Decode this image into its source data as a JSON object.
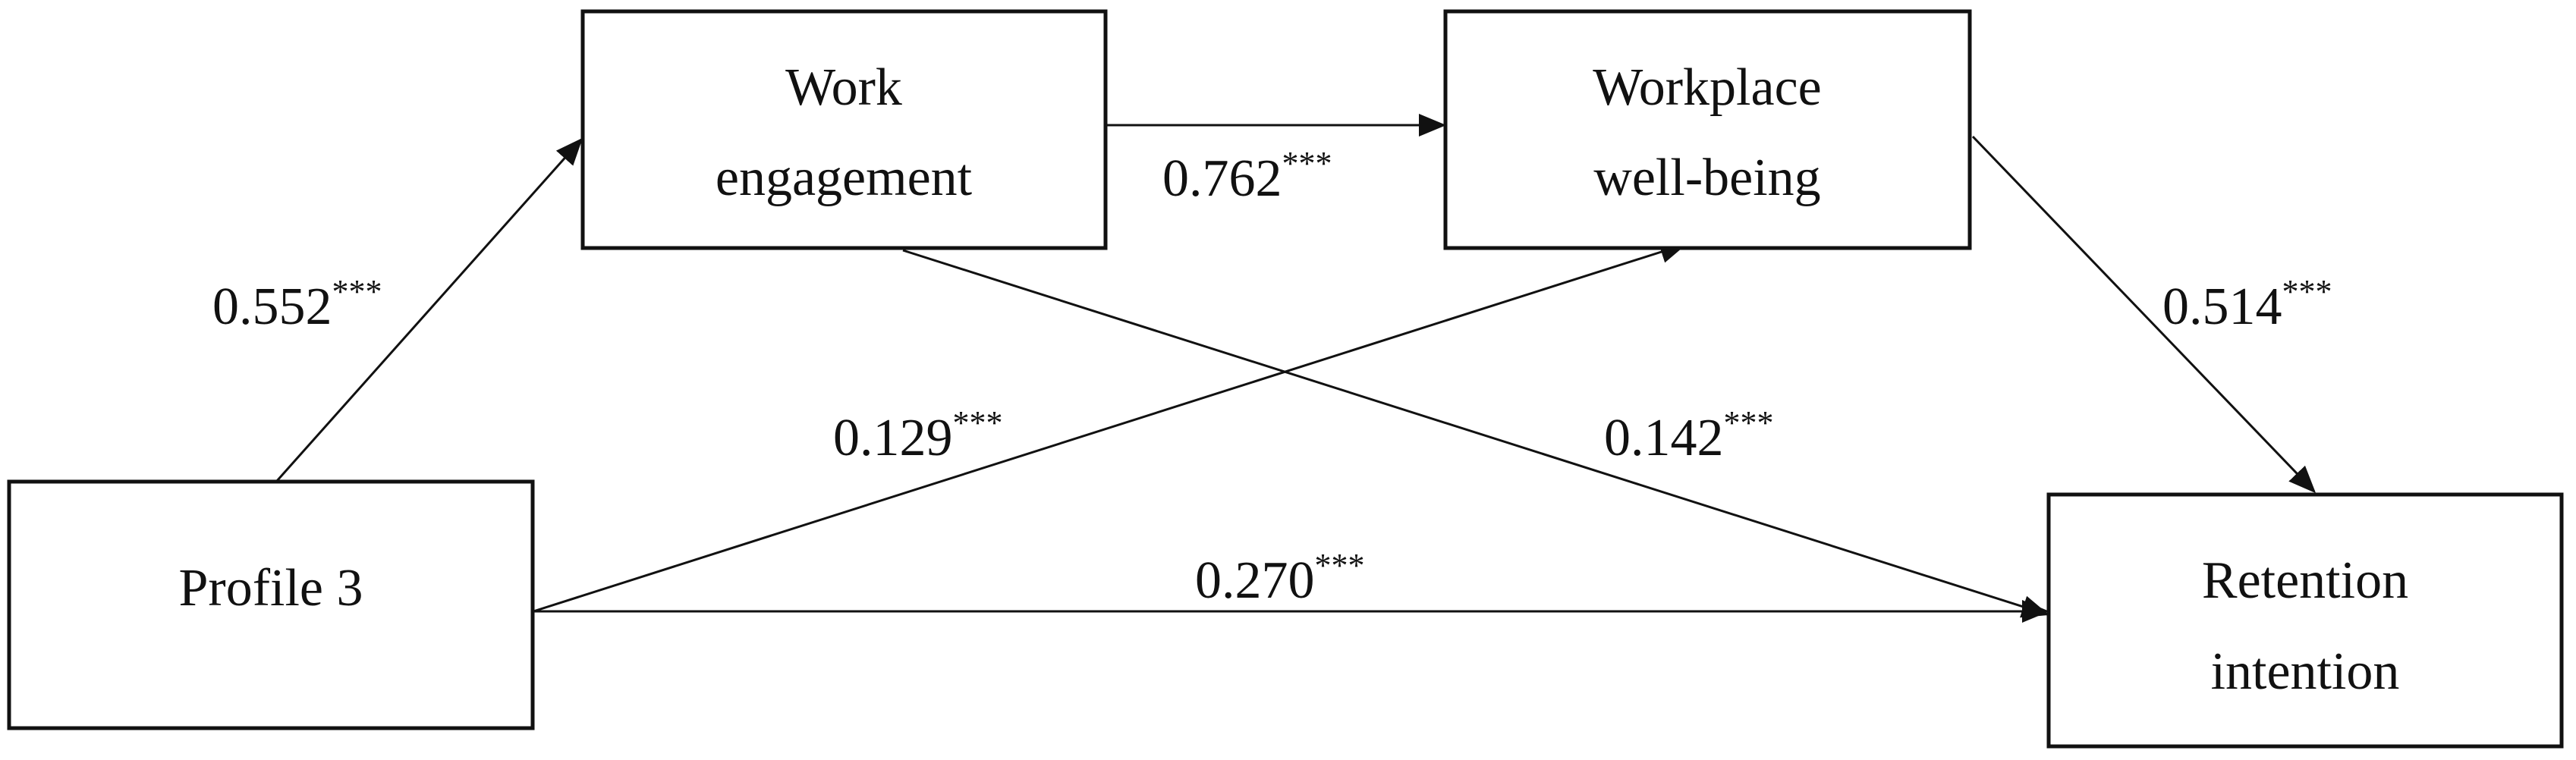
{
  "nodes": {
    "profile": {
      "lines": [
        "Profile 3"
      ]
    },
    "engagement": {
      "lines": [
        "Work",
        "engagement"
      ]
    },
    "wellbeing": {
      "lines": [
        "Workplace",
        "well-being"
      ]
    },
    "retention": {
      "lines": [
        "Retention",
        "intention"
      ]
    }
  },
  "paths": {
    "profile_to_engagement": {
      "coef": "0.552",
      "sig": "***"
    },
    "engagement_to_wellbeing": {
      "coef": "0.762",
      "sig": "***"
    },
    "wellbeing_to_retention": {
      "coef": "0.514",
      "sig": "***"
    },
    "profile_to_wellbeing": {
      "coef": "0.129",
      "sig": "***"
    },
    "engagement_to_retention": {
      "coef": "0.142",
      "sig": "***"
    },
    "profile_to_retention": {
      "coef": "0.270",
      "sig": "***"
    }
  }
}
